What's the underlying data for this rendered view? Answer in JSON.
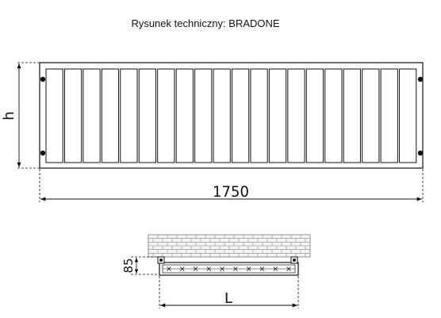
{
  "title": "Rysunek techniczny: BRADONE",
  "front_view": {
    "width_label": "1750",
    "height_label": "h",
    "panel_count": 20
  },
  "side_view": {
    "depth_label": "85",
    "length_label": "L",
    "fin_marks": 10
  },
  "colors": {
    "line": "#111111",
    "wall_brick": "#777777",
    "wall_fill": "#f4f4f4"
  }
}
